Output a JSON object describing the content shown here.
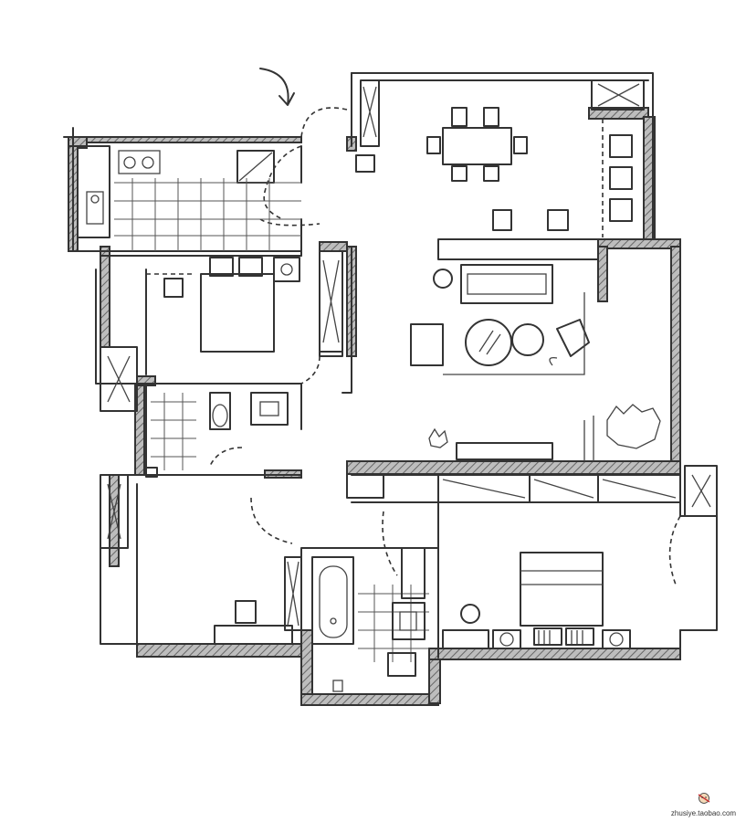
{
  "drawing": {
    "type": "hand-drawn floor plan sketch",
    "colors": {
      "ink": "#333333",
      "wall_hatch": "#8a8a8a",
      "background": "#ffffff"
    }
  },
  "watermark": {
    "text": "zhusiye.taobao.com",
    "icon": "cartoon-mascot-logo"
  }
}
